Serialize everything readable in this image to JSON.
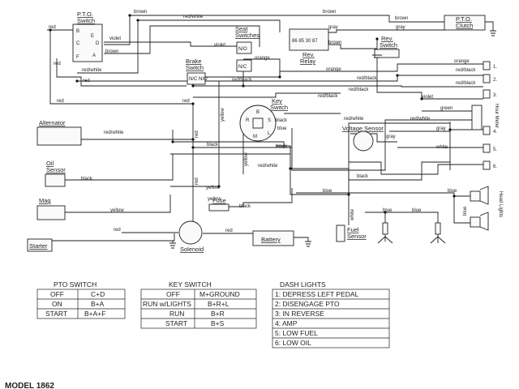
{
  "components": {
    "pto_switch": "P.T.O.",
    "pto_switch2": "Switch",
    "seat_switches": "Seat",
    "seat_switches2": "Switches",
    "pto_clutch": "P.T.O.",
    "pto_clutch2": "Clutch",
    "rev_relay": "Rev.",
    "rev_relay2": "Relay",
    "rev_switch": "Rev.",
    "rev_switch2": "Switch",
    "brake_switch": "Brake",
    "brake_switch2": "Switch",
    "key_switch": "Key",
    "key_switch2": "Switch",
    "alternator": "Alternator",
    "oil_sensor": "Oil",
    "oil_sensor2": "Sensor",
    "mag": "Mag",
    "starter": "Starter",
    "fuse": "Fuse",
    "solenoid": "Solenoid",
    "battery": "Battery",
    "voltage_sensor": "Voltage Sensor",
    "fuel_sensor": "Fuel",
    "fuel_sensor2": "Sensor",
    "hour_meter": "Hour Meter",
    "head_lights": "Head Lights",
    "no": "N/O",
    "nc": "N/C",
    "no_nc": "N/C N/O",
    "relay_pins": "86 85 30 87",
    "pto_pins": [
      "B",
      "E",
      "C",
      "D",
      "F",
      "A"
    ],
    "key_pins": [
      "B",
      "R",
      "S",
      "L",
      "M"
    ]
  },
  "wire_labels": {
    "brown": "brown",
    "red_white": "red/white",
    "violet": "violet",
    "red": "red",
    "gray": "gray",
    "orange": "orange",
    "red_black": "red/black",
    "black": "black",
    "blue": "blue",
    "yellow": "yellow",
    "green": "green",
    "white": "white"
  },
  "dash_numbers": [
    "1.",
    "2.",
    "3.",
    "4.",
    "5.",
    "6."
  ],
  "pto_table": {
    "title": "PTO SWITCH",
    "rows": [
      [
        "OFF",
        "C+D"
      ],
      [
        "ON",
        "B+A"
      ],
      [
        "START",
        "B+A+F"
      ]
    ]
  },
  "key_table": {
    "title": "KEY SWITCH",
    "rows": [
      [
        "OFF",
        "M+GROUND"
      ],
      [
        "RUN w/LIGHTS",
        "B+R+L"
      ],
      [
        "RUN",
        "B+R"
      ],
      [
        "START",
        "B+S"
      ]
    ]
  },
  "dash_table": {
    "title": "DASH LIGHTS",
    "rows": [
      "1: DEPRESS LEFT PEDAL",
      "2: DISENGAGE PTO",
      "3: IN REVERSE",
      "4: AMP",
      "5: LOW FUEL",
      "6: LOW OIL"
    ]
  },
  "model": "MODEL 1862"
}
